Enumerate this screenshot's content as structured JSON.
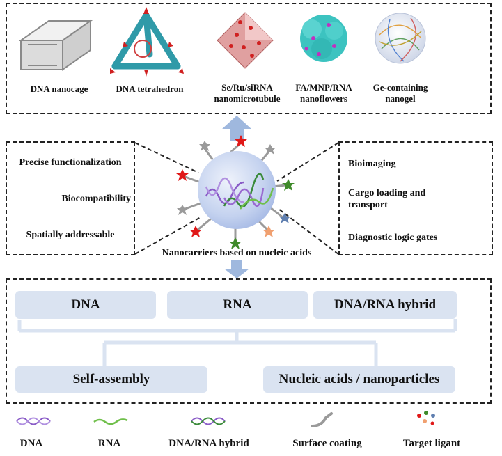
{
  "top_structures": [
    {
      "label": "DNA nanocage",
      "icon": "dna-nanocage-icon"
    },
    {
      "label": "DNA tetrahedron",
      "icon": "dna-tetrahedron-icon"
    },
    {
      "label": "Se/Ru/siRNA\nnanomicrotubule",
      "icon": "nanomicrotubule-icon"
    },
    {
      "label": "FA/MNP/RNA\nnanoflowers",
      "icon": "nanoflower-icon"
    },
    {
      "label": "Ge-containing\nnanogel",
      "icon": "nanogel-icon"
    }
  ],
  "left_properties": [
    "Precise functionalization",
    "Biocompatibility",
    "Spatially addressable"
  ],
  "right_applications": [
    "Bioimaging",
    "Cargo loading and\ntransport",
    "Diagnostic logic gates"
  ],
  "center_caption": "Nanocarriers based on nucleic acids",
  "categories": [
    "DNA",
    "RNA",
    "DNA/RNA hybrid"
  ],
  "methods": [
    "Self-assembly",
    "Nucleic acids / nanoparticles"
  ],
  "legend": [
    {
      "label": "DNA",
      "icon": "dna-helix-icon"
    },
    {
      "label": "RNA",
      "icon": "rna-strand-icon"
    },
    {
      "label": "DNA/RNA hybrid",
      "icon": "hybrid-helix-icon"
    },
    {
      "label": "Surface coating",
      "icon": "surface-coating-icon"
    },
    {
      "label": "Target ligant",
      "icon": "target-ligand-icon"
    }
  ],
  "colors": {
    "pill": "#dae3f1",
    "arrow": "#9fb8de",
    "sphere": "#c4d2ef",
    "dna": "#8a5cc7",
    "rna": "#6fbf4a",
    "coating": "#9a9a9a",
    "ligand_red": "#e01818",
    "ligand_green": "#3f8a2a",
    "ligand_orange": "#f0a070",
    "ligand_blue": "#5f7fb0"
  }
}
